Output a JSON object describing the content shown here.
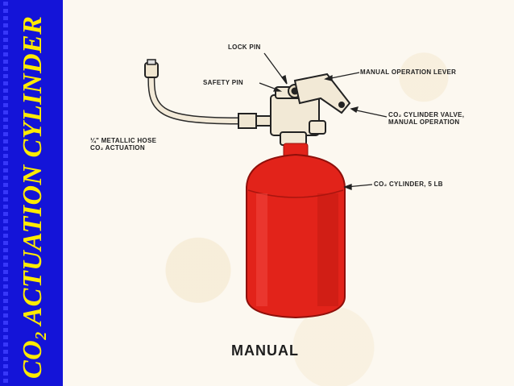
{
  "slide": {
    "title_main": "CO",
    "title_sub": "2",
    "title_rest": " ACTUATION CYLINDER"
  },
  "labels": {
    "lock_pin": "LOCK PIN",
    "safety_pin": "SAFETY PIN",
    "manual_lever": "MANUAL OPERATION LEVER",
    "valve_line1": "CO₂ CYLINDER VALVE,",
    "valve_line2": "MANUAL OPERATION",
    "hose_line1": "¼\" METALLIC HOSE",
    "hose_line2": "CO₂ ACTUATION",
    "cylinder": "CO₂ CYLINDER, 5 LB"
  },
  "caption": "MANUAL",
  "colors": {
    "sidebar": "#1414d8",
    "title": "#ffeb00",
    "cylinder": "#e2231a"
  }
}
